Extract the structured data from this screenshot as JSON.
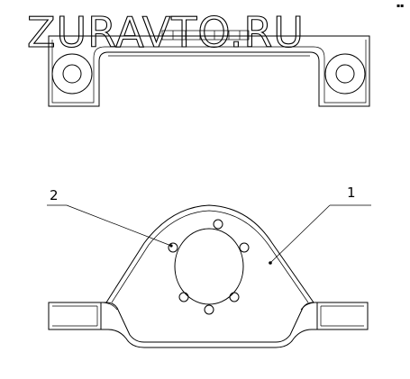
{
  "watermark": "ZURAVTO.RU",
  "callouts": [
    {
      "label": "2",
      "target": "bolt-hole"
    },
    {
      "label": "1",
      "target": "bracket-body"
    }
  ]
}
